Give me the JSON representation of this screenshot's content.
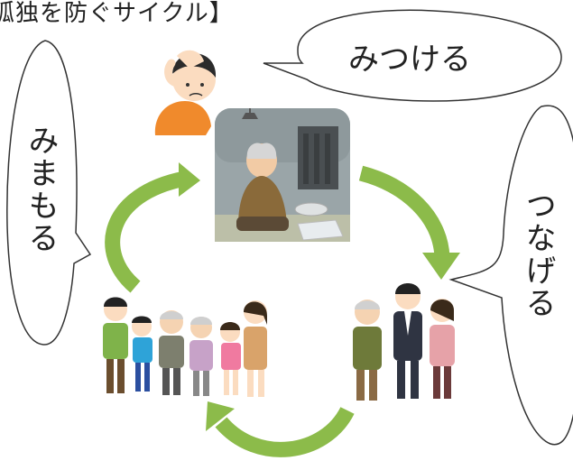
{
  "title": "孤独を防ぐサイクル】",
  "labels": {
    "find": "みつける",
    "connect": "つなげる",
    "watch": "みまもる"
  },
  "colors": {
    "arrow": "#8cbb4a",
    "text": "#222222",
    "outline": "#333333"
  }
}
